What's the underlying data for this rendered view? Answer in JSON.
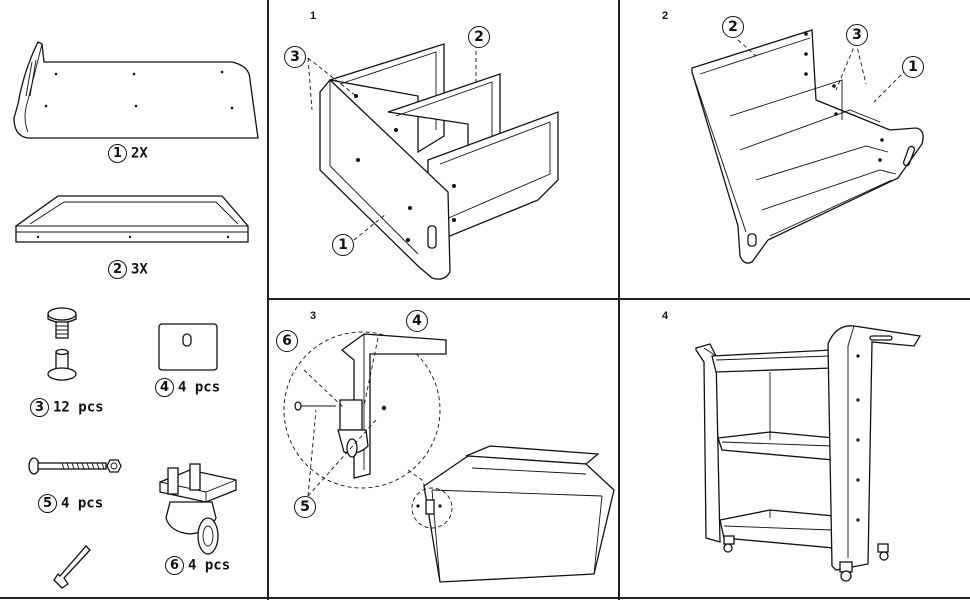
{
  "parts": {
    "side_panel": {
      "num": "1",
      "qty": "2X"
    },
    "shelf": {
      "num": "2",
      "qty": "3X"
    },
    "screw": {
      "num": "3",
      "qty": "12 pcs"
    },
    "plate": {
      "num": "4",
      "qty": "4 pcs"
    },
    "bolt": {
      "num": "5",
      "qty": "4 pcs"
    },
    "caster": {
      "num": "6",
      "qty": "4 pcs"
    }
  },
  "steps": {
    "step1": {
      "label": "1",
      "callouts": [
        "3",
        "2",
        "1"
      ]
    },
    "step2": {
      "label": "2",
      "callouts": [
        "2",
        "3",
        "1"
      ]
    },
    "step3": {
      "label": "3",
      "callouts": [
        "6",
        "4",
        "5"
      ]
    },
    "step4": {
      "label": "4"
    }
  }
}
